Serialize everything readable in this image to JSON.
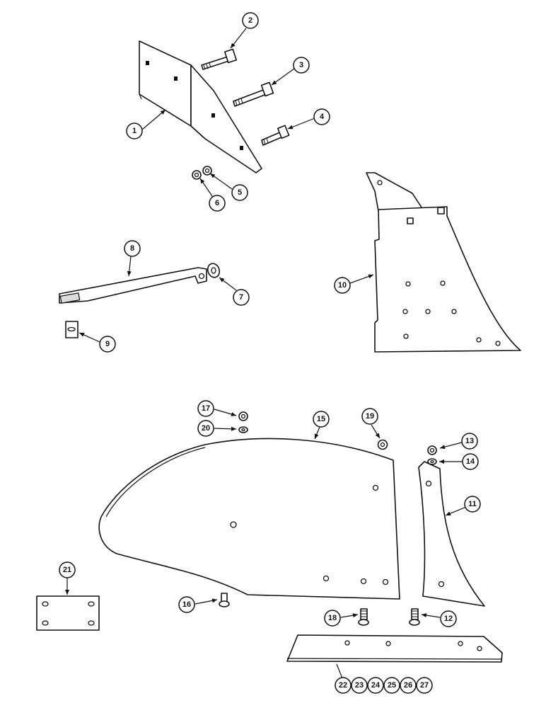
{
  "callouts": [
    "1",
    "2",
    "3",
    "4",
    "5",
    "6",
    "7",
    "8",
    "9",
    "10",
    "11",
    "12",
    "13",
    "14",
    "15",
    "16",
    "17",
    "18",
    "19",
    "20",
    "21",
    "22",
    "23",
    "24",
    "25",
    "26",
    "27"
  ],
  "colors": {
    "ink": "#111111",
    "paper": "#ffffff",
    "shade": "#dcdcdc"
  }
}
